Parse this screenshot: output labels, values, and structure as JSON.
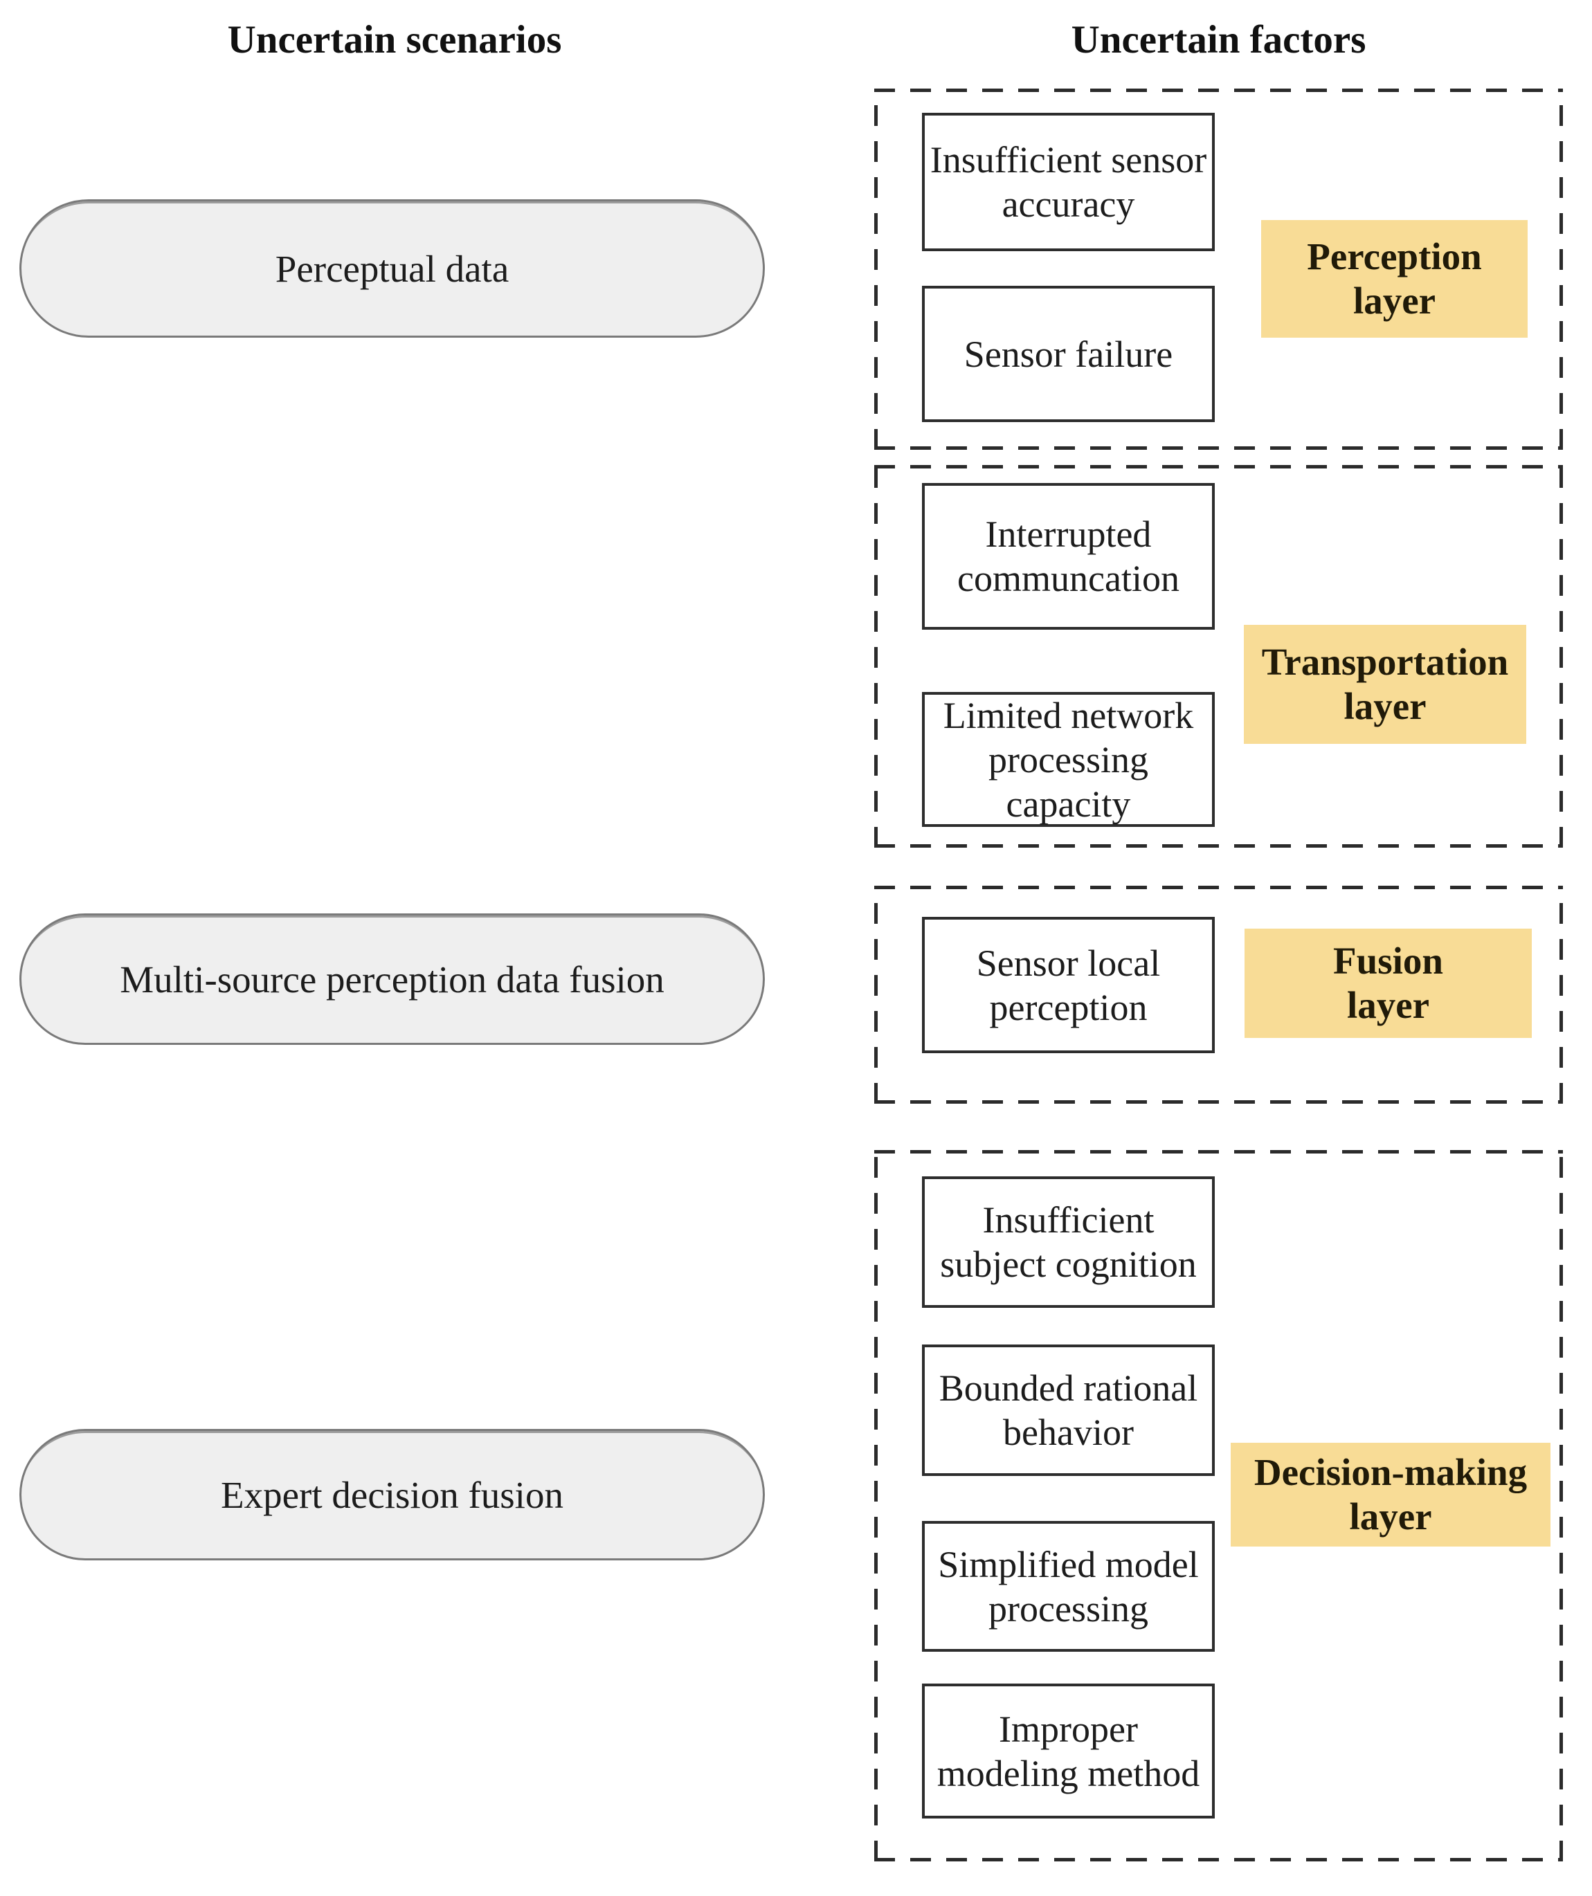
{
  "left_column": {
    "title": "Uncertain scenarios",
    "scenarios": [
      {
        "label": "Perceptual data"
      },
      {
        "label": "Multi-source perception data fusion"
      },
      {
        "label": "Expert decision fusion"
      }
    ]
  },
  "right_column": {
    "title": "Uncertain factors",
    "layers": [
      {
        "name": "Perception layer",
        "factors": [
          {
            "label": "Insufficient sensor accuracy"
          },
          {
            "label": "Sensor failure"
          }
        ]
      },
      {
        "name": "Transportation layer",
        "factors": [
          {
            "label": "Interrupted communcation"
          },
          {
            "label": "Limited network processing capacity"
          }
        ]
      },
      {
        "name": "Fusion layer",
        "factors": [
          {
            "label": "Sensor local perception"
          }
        ]
      },
      {
        "name": "Decision-making layer",
        "factors": [
          {
            "label": "Insufficient subject cognition"
          },
          {
            "label": "Bounded rational behavior"
          },
          {
            "label": "Simplified model processing"
          },
          {
            "label": "Improper modeling method"
          }
        ]
      }
    ]
  },
  "colors": {
    "layer_label_background": "#f8dc96",
    "scenario_fill": "#efefef",
    "scenario_border": "#7a7a7a",
    "factor_box_border": "#2d2d2d",
    "dashed_border": "#2b2b2b",
    "text": "#1c1c1c"
  }
}
